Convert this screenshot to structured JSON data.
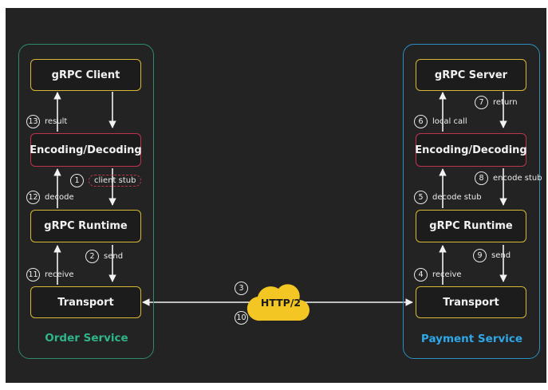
{
  "colors": {
    "background": "#232323",
    "order_panel": "#2e8a6e",
    "payment_panel": "#2b8fc4",
    "box_border": "#d8b733",
    "codec_border": "#c0334f",
    "cloud": "#f3c623"
  },
  "client": {
    "panel_title": "Order Service",
    "boxes": {
      "app": "gRPC Client",
      "codec": "Encoding/Decoding",
      "runtime": "gRPC Runtime",
      "transport": "Transport"
    },
    "steps": [
      {
        "num": "13",
        "label": "result"
      },
      {
        "num": "1",
        "label": "client stub"
      },
      {
        "num": "12",
        "label": "decode"
      },
      {
        "num": "2",
        "label": "send"
      },
      {
        "num": "11",
        "label": "receive"
      }
    ]
  },
  "server": {
    "panel_title": "Payment Service",
    "boxes": {
      "app": "gRPC Server",
      "codec": "Encoding/Decoding",
      "runtime": "gRPC Runtime",
      "transport": "Transport"
    },
    "steps": [
      {
        "num": "7",
        "label": "return"
      },
      {
        "num": "6",
        "label": "local call"
      },
      {
        "num": "8",
        "label": "encode stub"
      },
      {
        "num": "5",
        "label": "decode stub"
      },
      {
        "num": "9",
        "label": "send"
      },
      {
        "num": "4",
        "label": "receive"
      }
    ]
  },
  "network": {
    "protocol": "HTTP/2",
    "step_out": "3",
    "step_back": "10",
    "icon": "cloud-icon"
  }
}
